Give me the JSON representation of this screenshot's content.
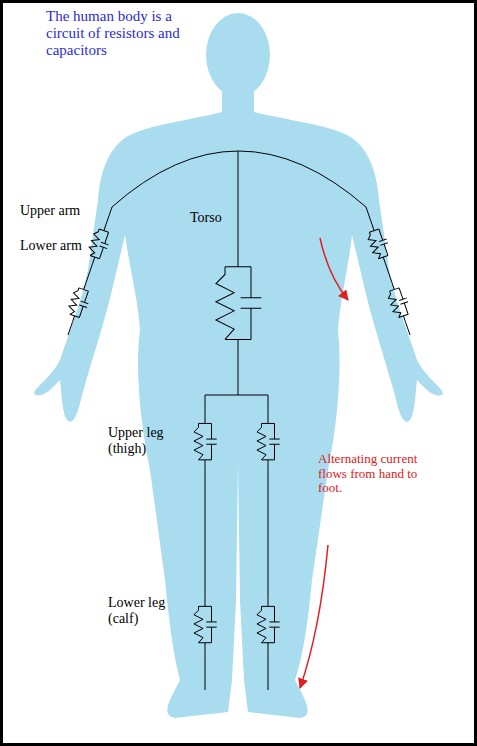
{
  "diagram": {
    "title": "The human body is a circuit of resistors and capacitors",
    "labels": [
      "Upper arm",
      "Lower arm",
      "Torso",
      "Alternating current flows from hand to foot.",
      "Upper leg (thigh)",
      "Lower leg (calf)"
    ]
  }
}
